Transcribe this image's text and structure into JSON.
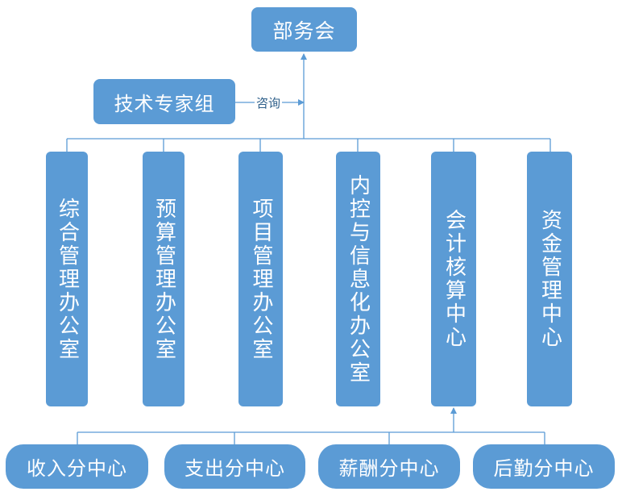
{
  "top": {
    "label": "部务会"
  },
  "advisor": {
    "label": "技术专家组",
    "edge_label": "咨询"
  },
  "departments": [
    {
      "label": "综合管理办公室"
    },
    {
      "label": "预算管理办公室"
    },
    {
      "label": "项目管理办公室"
    },
    {
      "label": "内控与信息化办公室"
    },
    {
      "label": "会计核算中心"
    },
    {
      "label": "资金管理中心"
    }
  ],
  "subcenters": [
    {
      "label": "收入分中心"
    },
    {
      "label": "支出分中心"
    },
    {
      "label": "薪酬分中心"
    },
    {
      "label": "后勤分中心"
    }
  ],
  "colors": {
    "box": "#5b9bd5",
    "line": "#5b9bd5",
    "text": "#ffffff"
  }
}
